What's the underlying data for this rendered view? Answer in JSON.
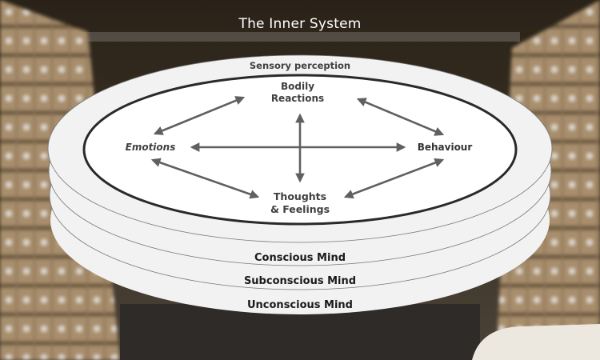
{
  "title": "The Inner System",
  "outer_ring_label": "Sensory perception",
  "nodes": {
    "top": {
      "line1": "Bodily",
      "line2": "Reactions"
    },
    "left": "Emotions",
    "right": "Behaviour",
    "bottom": {
      "line1": "Thoughts",
      "line2": "& Feelings"
    }
  },
  "layers": [
    "Conscious Mind",
    "Subconscious Mind",
    "Unconscious Mind"
  ],
  "colors": {
    "disc_fill": "#f2f2f2",
    "inner_fill": "#ffffff",
    "arrow": "#606060",
    "label_dark": "#1a1a1a",
    "label_gray": "#404040"
  }
}
